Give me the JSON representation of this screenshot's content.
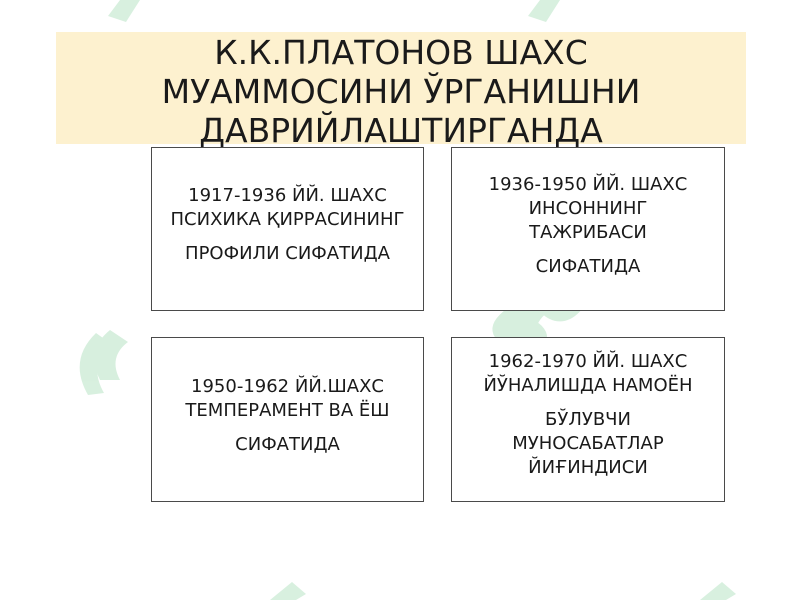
{
  "title": {
    "line1": "К.К.ПЛАТОНОВ ШАХС",
    "line2": "МУАММОСИНИ ЎРГАНИШНИ",
    "line3": "ДАВРИЙЛАШТИРГАНДА"
  },
  "periods": [
    {
      "line1": "1917-1936 ЙЙ. ШАХС",
      "line2": "ПСИХИКА ҚИРРАСИНИНГ",
      "line3": "ПРОФИЛИ СИФАТИДА"
    },
    {
      "line1": "1936-1950 ЙЙ. ШАХС",
      "line2": "ИНСОННИНГ",
      "line3": "ТАЖРИБАСИ",
      "line4": "СИФАТИДА"
    },
    {
      "line1": "1950-1962 ЙЙ.ШАХС",
      "line2": "ТЕМПЕРАМЕНТ ВА ЁШ",
      "line3": "СИФАТИДА"
    },
    {
      "line1": "1962-1970 ЙЙ. ШАХС",
      "line2": "ЙЎНАЛИШДА НАМОЁН",
      "line3": "БЎЛУВЧИ",
      "line4": "МУНОСАБАТЛАР",
      "line5": "ЙИҒИНДИСИ"
    }
  ],
  "watermark": {
    "text": "SOFT",
    "color": "#8fd3a3"
  },
  "colors": {
    "title_background": "#fdf1cf",
    "box_border": "#4a4a4a"
  }
}
